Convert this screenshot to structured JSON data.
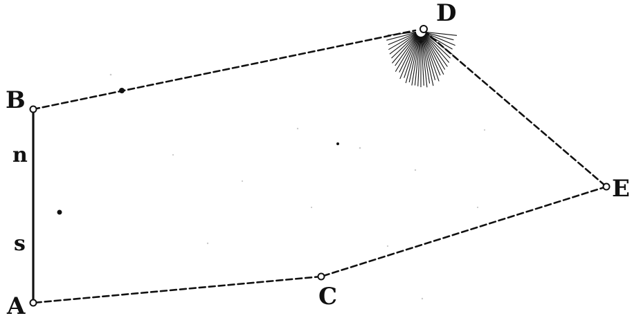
{
  "points": {
    "A": "A",
    "B": "B",
    "C": "C",
    "D": "D",
    "E": "E"
  },
  "side_labels": {
    "n": "n",
    "s": "s"
  }
}
